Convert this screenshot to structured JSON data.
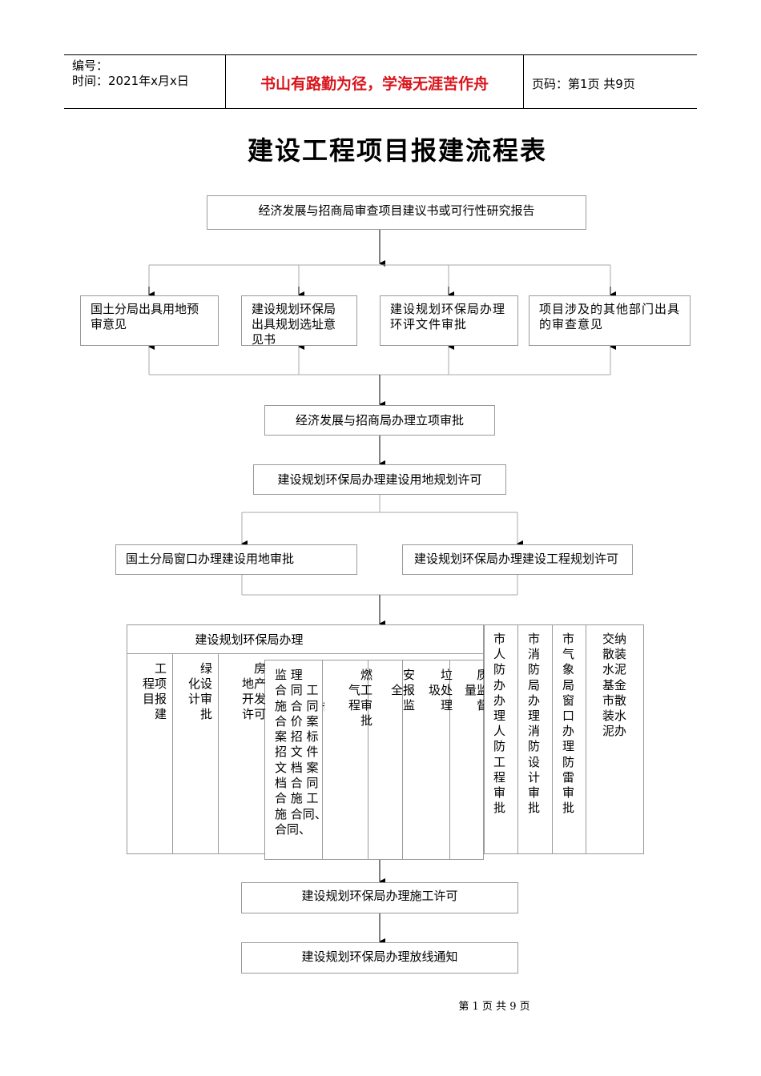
{
  "header": {
    "serial_label": "编号：",
    "time_label": "时间：2021年x月x日",
    "motto": "书山有路勤为径，学海无涯苦作舟",
    "page_info": "页码：第1页  共9页",
    "motto_color": "#d9141b"
  },
  "title": "建设工程项目报建流程表",
  "flow": {
    "step1": "经济发展与招商局审查项目建议书或可行性研究报告",
    "parallel1": [
      "国土分局出具用地预审意见",
      "建设规划环保局出具规划选址意见书",
      "建设规划环保局办理环评文件审批",
      "项目涉及的其他部门出具的审查意见"
    ],
    "step2": "经济发展与招商局办理立项审批",
    "step3": "建设规划环保局办理建设用地规划许可",
    "parallel2": [
      "国土分局窗口办理建设用地审批",
      "建设规划环保局办理建设工程规划许可"
    ],
    "grid_header": "建设规划环保局办理",
    "grid_cols": [
      "工程项目报建",
      "绿化设计审批",
      "房地产开发许可",
      "监理合同、施工合同备案招标文件、合同价备案、施工合同备案",
      "燃气工程审批",
      "安全报监",
      "垃圾处理",
      "质量监督"
    ],
    "grid_cols_display": [
      "工\n程项\n目报\n建",
      "绿\n化设\n计审\n批",
      "房\n地产\n开发\n许可",
      "监 理\n合 同 工\n施 合 同 备\n合 价 案\n案 招 标\n招 文 件\n文 档 案\n档 合 同\n合 施 工\n施 合同、\n合同、",
      "燃\n气工\n程审\n批",
      "安\n全报\n监",
      "垃\n圾处\n理",
      "质\n量监\n督"
    ],
    "side_cols": [
      "市人防办办理人防工程审批",
      "市消防局办理消防设计审批",
      "市气象局窗口办理防雷审批",
      "交纳散装水泥基金市散装水泥办"
    ],
    "step4": "建设规划环保局办理施工许可",
    "step5": "建设规划环保局办理放线通知"
  },
  "footer": "第 1 页 共 9 页"
}
